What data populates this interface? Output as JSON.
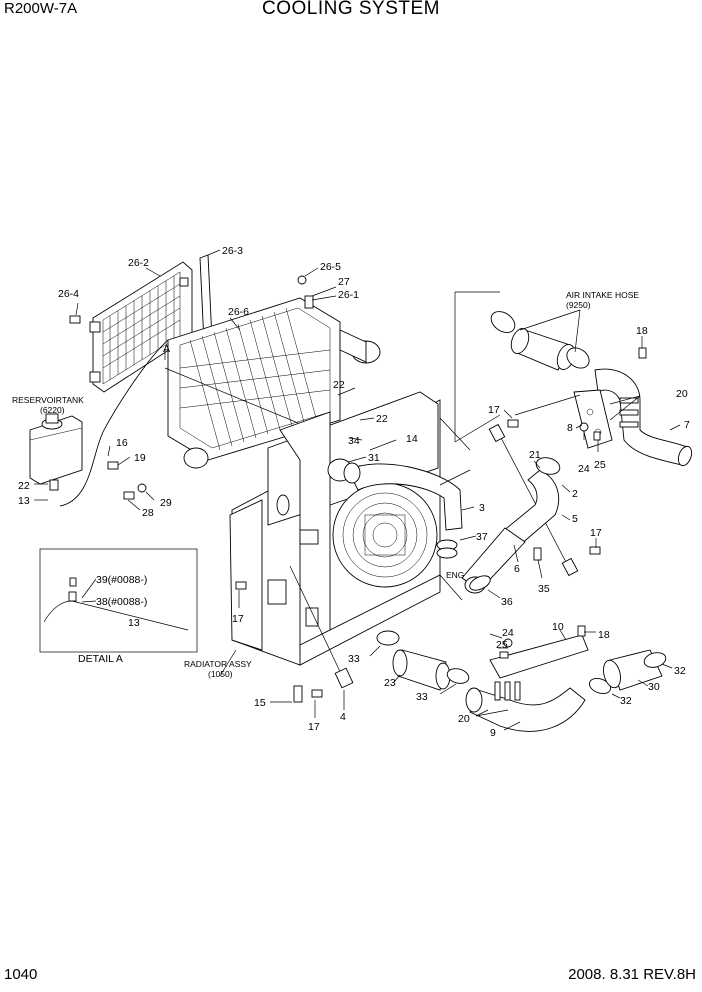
{
  "header": {
    "model": "R200W-7A",
    "title": "COOLING SYSTEM"
  },
  "footer": {
    "page_number": "1040",
    "revision": "2008. 8.31  REV.8H"
  },
  "callouts": {
    "c26_2": "26-2",
    "c26_3": "26-3",
    "c26_4": "26-4",
    "c26_5": "26-5",
    "c26_6": "26-6",
    "c26_1": "26-1",
    "c27": "27",
    "cA": "A",
    "c22a": "22",
    "c22b": "22",
    "c22c": "22",
    "c34": "34",
    "c14": "14",
    "c31": "31",
    "c16": "16",
    "c19": "19",
    "c13": "13",
    "c29": "29",
    "c28": "28",
    "c17a": "17",
    "c17b": "17",
    "c17c": "17",
    "c17d": "17",
    "c18a": "18",
    "c18b": "18",
    "c20a": "20",
    "c20b": "20",
    "c7": "7",
    "c8": "8",
    "c24a": "24",
    "c24b": "24",
    "c25a": "25",
    "c25b": "25",
    "c21": "21",
    "c2": "2",
    "c5": "5",
    "c3": "3",
    "c37": "37",
    "c6": "6",
    "c35": "35",
    "c36": "36",
    "c15": "15",
    "c4": "4",
    "c33a": "33",
    "c33b": "33",
    "c23": "23",
    "c10": "10",
    "c32a": "32",
    "c32b": "32",
    "c30": "30",
    "c9": "9"
  },
  "notes": {
    "reservoir_tank": "RESERVOIRTANK",
    "reservoir_tank_no": "(6220)",
    "air_intake_hose": "AIR INTAKE HOSE",
    "air_intake_hose_no": "(9250)",
    "radiator_assy": "RADIATOR ASSY",
    "radiator_assy_no": "(1050)",
    "eng": "ENG"
  },
  "detail_a": {
    "caption": "DETAIL A",
    "c39": "39(#0088-)",
    "c38": "38(#0088-)",
    "c13": "13"
  }
}
